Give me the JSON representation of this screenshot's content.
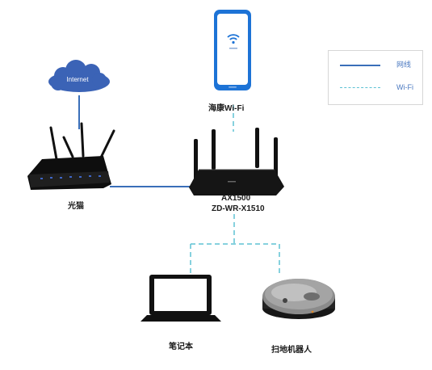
{
  "diagram": {
    "cloud_label": "Internet",
    "phone_label": "海康Wi-Fi",
    "modem_label": "光猫",
    "router_label_line1": "AX1500",
    "router_label_line2": "ZD-WR-X1510",
    "laptop_label": "笔记本",
    "robot_label": "扫地机器人"
  },
  "legend": {
    "wired_label": "网线",
    "wifi_label": "Wi-Fi"
  },
  "colors": {
    "wired": "#3a6fb9",
    "wifi": "#5ec2d4",
    "cloud": "#3b63b6",
    "device": "#111111"
  },
  "icons": [
    "cloud-icon",
    "phone-icon",
    "modem-icon",
    "router-icon",
    "laptop-icon",
    "robot-vacuum-icon"
  ]
}
